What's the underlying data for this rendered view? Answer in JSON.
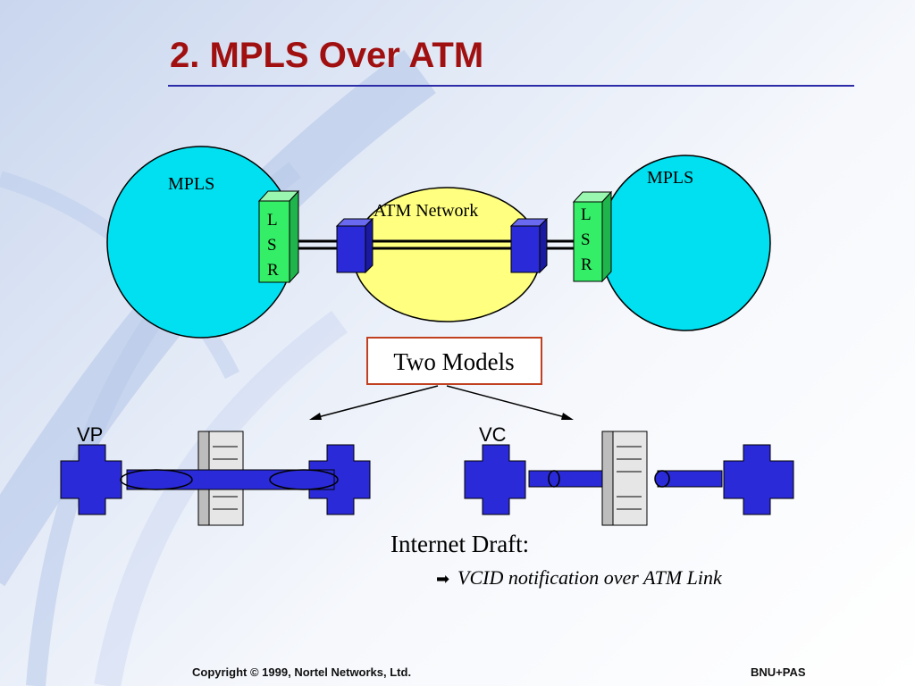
{
  "slide": {
    "title": "2. MPLS Over ATM",
    "footer_left": "Copyright © 1999, Nortel Networks, Ltd.",
    "footer_right": "BNU+PAS"
  },
  "diagram": {
    "left_cloud": "MPLS",
    "right_cloud": "MPLS",
    "center_cloud": "ATM Network",
    "lsr_letters": [
      "L",
      "S",
      "R"
    ],
    "models_box": "Two Models",
    "model_vp": "VP",
    "model_vc": "VC",
    "draft_heading": "Internet Draft:",
    "draft_arrow": "➡",
    "draft_item": "VCID notification over ATM Link"
  },
  "colors": {
    "title": "#a01010",
    "mpls_cloud": "#00e0f0",
    "atm_cloud": "#ffff80",
    "lsr_box": "#33ee66",
    "switch_blue": "#2a2ad8",
    "models_border": "#c04020"
  }
}
